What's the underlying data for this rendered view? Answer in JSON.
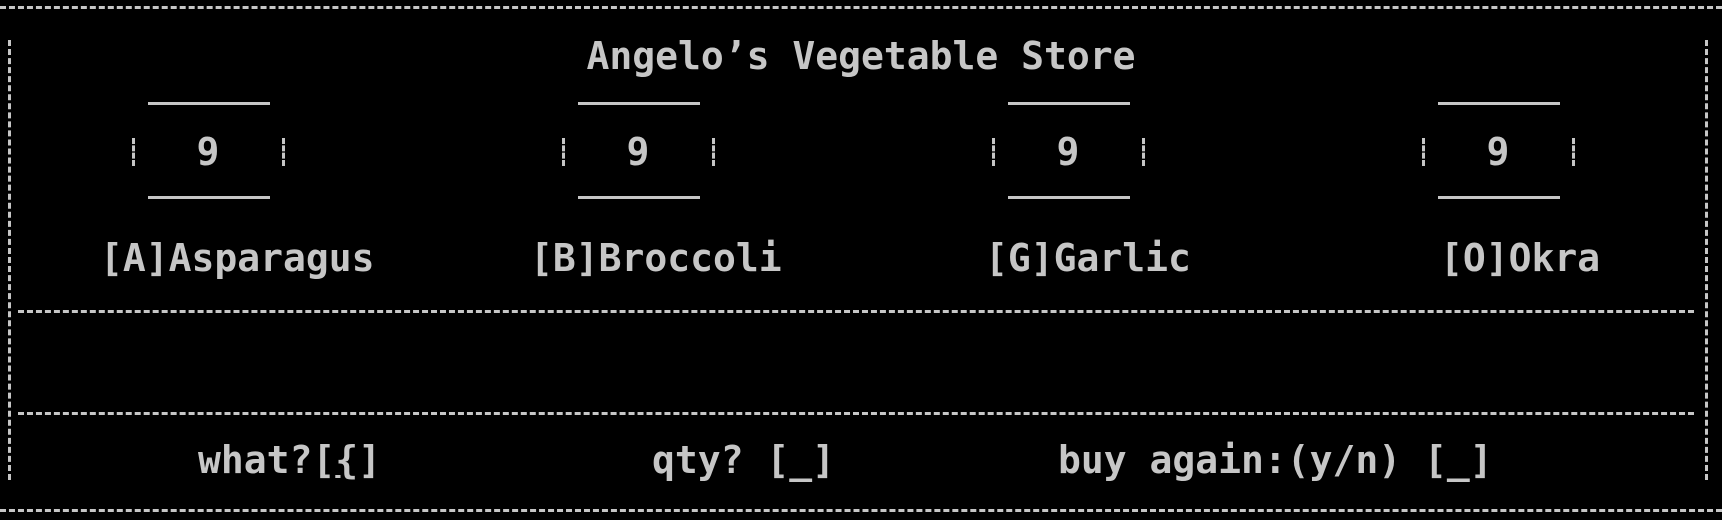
{
  "title": "Angelo’s Vegetable Store",
  "items": [
    {
      "key_label": "[A]Asparagus",
      "qty": "9"
    },
    {
      "key_label": "[B]Broccoli",
      "qty": "9"
    },
    {
      "key_label": "[G]Garlic",
      "qty": "9"
    },
    {
      "key_label": "[O]Okra",
      "qty": "9"
    }
  ],
  "message_area": "",
  "prompts": {
    "what_label": "what?[",
    "what_value": "{",
    "what_close": "]",
    "qty_label": "qty? [_]",
    "buy_again_label": "buy again:(y/n) [_]"
  }
}
